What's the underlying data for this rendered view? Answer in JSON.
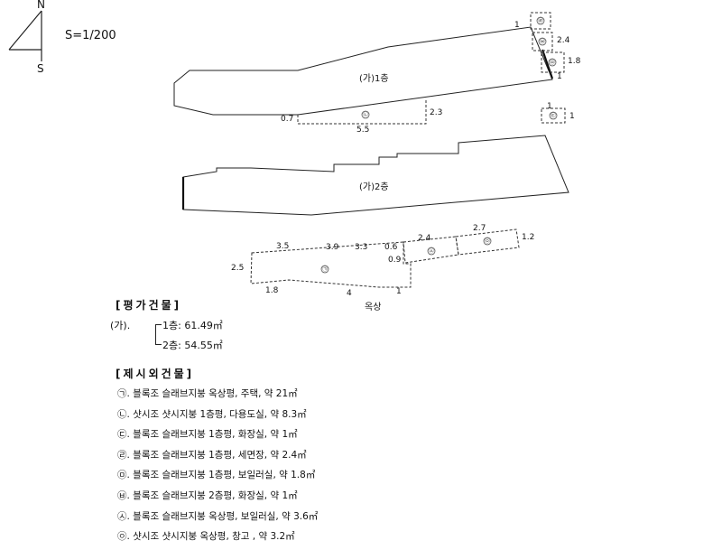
{
  "north_arrow": {
    "north": "N",
    "south": "S"
  },
  "scale": "S=1/200",
  "floor1": {
    "label": "(가)1층",
    "dims": {
      "d1": "1",
      "d2": "2.4",
      "d3": "1.8",
      "d4": "1",
      "d5": "0.7",
      "d6": "5.5",
      "d7": "2.3",
      "d8": "1",
      "d9": "1"
    },
    "symbols": {
      "s1": "㉣",
      "s2": "㉥",
      "s3": "㉤",
      "s4": "㉡",
      "s5": "㉢"
    }
  },
  "floor2": {
    "label": "(가)2층"
  },
  "rooftop": {
    "label": "옥상",
    "dims": {
      "a": "3.5",
      "b": "3.9",
      "c": "3.3",
      "d": "0.6",
      "e": "2.4",
      "f": "2.7",
      "g": "1.2",
      "h": "2.5",
      "i": "0.9",
      "j": "1.8",
      "k": "4",
      "l": "1"
    },
    "symbols": {
      "s1": "㉠",
      "s2": "㉦",
      "s3": "㉧"
    }
  },
  "evaluated": {
    "title": "[평가건물]",
    "prefix": "(가).",
    "floor1": "1층: 61.49㎡",
    "floor2": "2층: 54.55㎡"
  },
  "excluded": {
    "title": "[제시외건물]",
    "items": [
      "㉠. 블록조 슬래브지붕 옥상평, 주택, 약 21㎡",
      "㉡. 샷시조 샷시지붕 1층평, 다용도실, 약 8.3㎡",
      "㉢. 블록조 슬래브지붕 1층평, 화장실, 약 1㎡",
      "㉣. 블록조 슬래브지붕 1층평, 세면장, 약 2.4㎡",
      "㉤. 블록조 슬래브지붕 1층평, 보일러실, 약 1.8㎡",
      "㉥. 블록조 슬래브지붕 2층평, 화장실, 약 1㎡",
      "㉦. 블록조 슬래브지붕 옥상평, 보일러실, 약 3.6㎡",
      "㉧. 샷시조 샷시지붕 옥상평, 창고 , 약 3.2㎡"
    ]
  }
}
